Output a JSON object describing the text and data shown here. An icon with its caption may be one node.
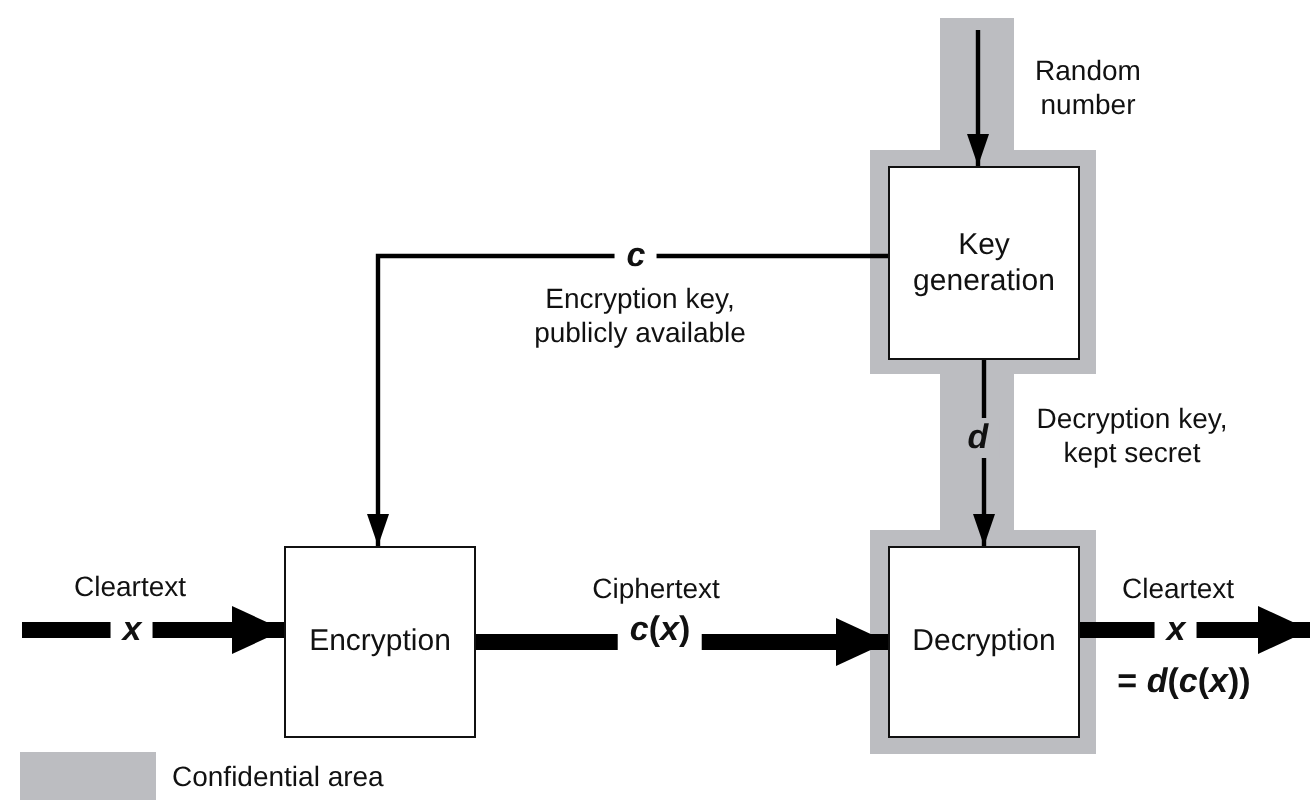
{
  "diagram": {
    "nodes": [
      {
        "text": [
          "Key generation"
        ]
      },
      {
        "text": [
          "Encryption"
        ]
      },
      {
        "text": [
          "Decryption"
        ]
      }
    ],
    "edges": [
      {
        "from": null,
        "to": 0,
        "arrow": "to"
      },
      {
        "from": 0,
        "to": 1,
        "arrow": "to",
        "label": "c"
      },
      {
        "from": 0,
        "to": 2,
        "arrow": "to",
        "label": "d"
      },
      {
        "from": null,
        "to": 1,
        "arrow": "to",
        "label": "x",
        "style": "thick"
      },
      {
        "from": 1,
        "to": 2,
        "arrow": "to",
        "label": "*c*(*x*)",
        "style": "thick"
      },
      {
        "from": 2,
        "to": null,
        "arrow": "to",
        "label": "x",
        "style": "thick"
      }
    ],
    "labels": [
      "Random number",
      "Encryption key, publicly available",
      "Decryption key, kept secret",
      "Cleartext",
      "Ciphertext",
      "Cleartext",
      "= *d*(*c*(*x*))"
    ],
    "legend": [
      {
        "text": "Confidential area",
        "color": "#bcbdc1"
      }
    ]
  }
}
